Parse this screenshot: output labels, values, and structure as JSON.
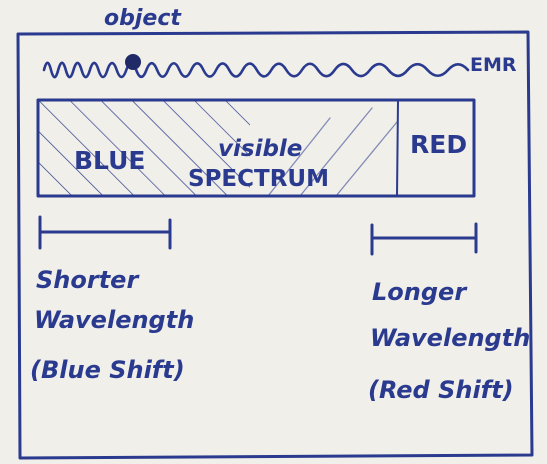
{
  "diagram": {
    "object_label": "object",
    "emr_label": "EMR",
    "spectrum": {
      "blue_label": "BLUE",
      "visible_line1": "visible",
      "visible_line2": "SPECTRUM",
      "red_label": "RED"
    },
    "shorter": {
      "line1": "Shorter",
      "line2": "Wavelength",
      "line3": "(Blue Shift)"
    },
    "longer": {
      "line1": "Longer",
      "line2": "Wavelength",
      "line3": "(Red Shift)"
    },
    "colors": {
      "ink": "#2a3a8f",
      "paper": "#f1efe9"
    }
  }
}
